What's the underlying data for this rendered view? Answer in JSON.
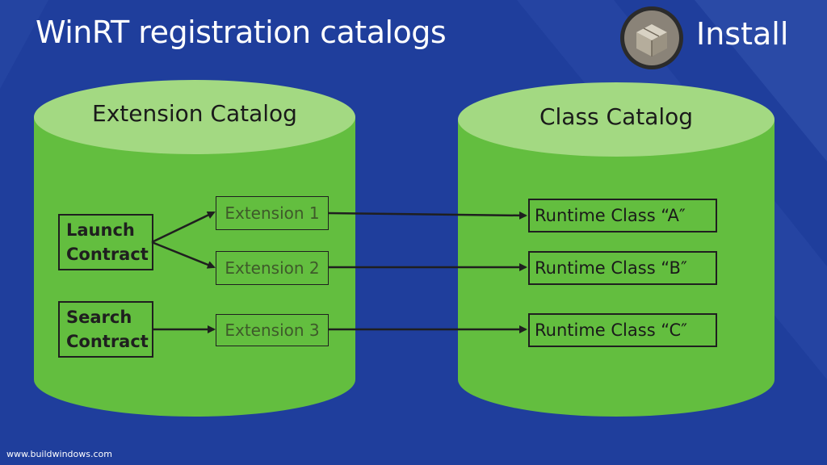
{
  "slide": {
    "title": "WinRT registration catalogs",
    "badge_label": "Install",
    "footer": "www.buildwindows.com"
  },
  "colors": {
    "background": "#1f3e9c",
    "cylinder_body": "#63be3f",
    "cylinder_top": "#a3d982",
    "outline": "#1f1f1f"
  },
  "extension_catalog": {
    "title": "Extension Catalog",
    "contracts": [
      {
        "label": "Launch Contract"
      },
      {
        "label": "Search Contract"
      }
    ],
    "extensions": [
      {
        "label": "Extension 1"
      },
      {
        "label": "Extension 2"
      },
      {
        "label": "Extension 3"
      }
    ]
  },
  "class_catalog": {
    "title": "Class Catalog",
    "classes": [
      {
        "label": "Runtime Class “A″"
      },
      {
        "label": "Runtime Class “B″"
      },
      {
        "label": "Runtime Class “C″"
      }
    ]
  }
}
